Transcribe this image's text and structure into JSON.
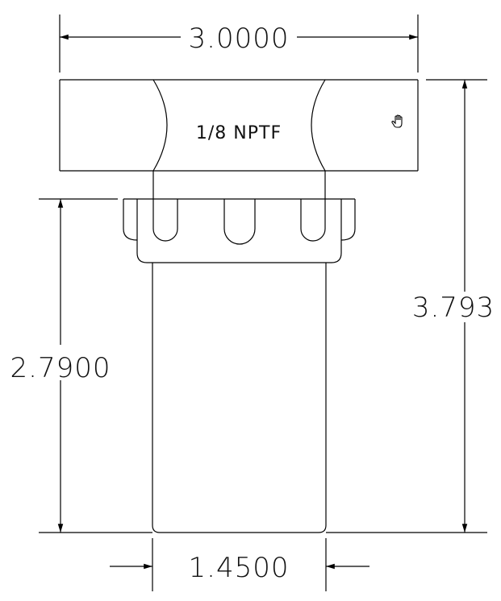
{
  "drawing": {
    "dimensions": {
      "overall_width": "3.0000",
      "overall_height": "3.793",
      "body_height": "2.7900",
      "body_width": "1.4500"
    },
    "port_label": "1/8 NPTF",
    "cursor_icon": "hand-pointer-icon"
  }
}
